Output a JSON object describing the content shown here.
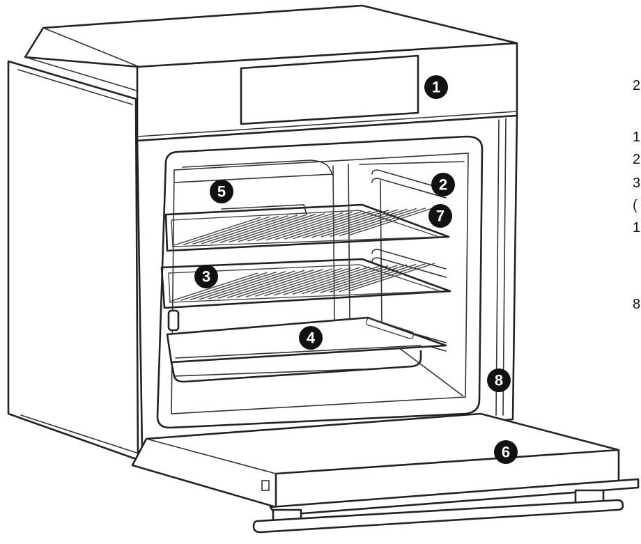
{
  "callouts": [
    {
      "id": "1",
      "label": "1"
    },
    {
      "id": "2",
      "label": "2"
    },
    {
      "id": "3",
      "label": "3"
    },
    {
      "id": "4",
      "label": "4"
    },
    {
      "id": "5",
      "label": "5"
    },
    {
      "id": "6",
      "label": "6"
    },
    {
      "id": "7",
      "label": "7"
    },
    {
      "id": "8",
      "label": "8"
    }
  ],
  "edge_text": [
    "2",
    "1",
    "2",
    "3",
    "(",
    "1",
    "8"
  ]
}
